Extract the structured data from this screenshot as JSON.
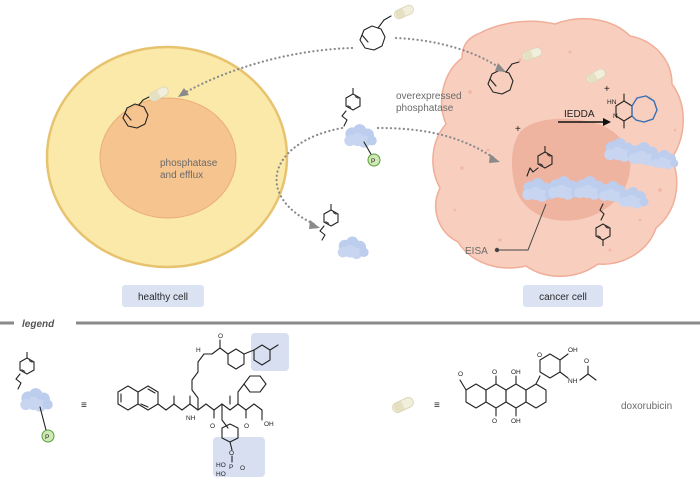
{
  "labels": {
    "healthy_cell": "healthy cell",
    "cancer_cell": "cancer cell",
    "phosphatase_efflux_1": "phosphatase",
    "phosphatase_efflux_2": "and efflux",
    "overexpressed_1": "overexpressed",
    "overexpressed_2": "phosphatase",
    "iedda": "IEDDA",
    "eisa": "EISA",
    "legend": "legend",
    "doxorubicin": "doxorubicin",
    "phosphate_badge": "P",
    "equiv_symbol": "≡",
    "plus_symbol": "+"
  },
  "chem_labels": {
    "N": "N",
    "HN": "HN",
    "NH": "NH",
    "H": "H",
    "O": "O",
    "OH": "OH",
    "HO": "HO",
    "P": "P"
  },
  "colors": {
    "healthy_cell_fill": "#fbe9a9",
    "healthy_cell_stroke": "#e7c36f",
    "healthy_nucleus": "#f5c48f",
    "cancer_cell_fill": "#f8cfbf",
    "cancer_nucleus": "#efb4a0",
    "pill_label_bg": "#dbe3f3",
    "highlight_bg": "#d7dff1",
    "peptide_blob": "#bdcdee",
    "phosphate_badge": "#cfe9b4",
    "tco_ring_blue": "#3a6fb3",
    "divider": "#8a8a8a"
  }
}
